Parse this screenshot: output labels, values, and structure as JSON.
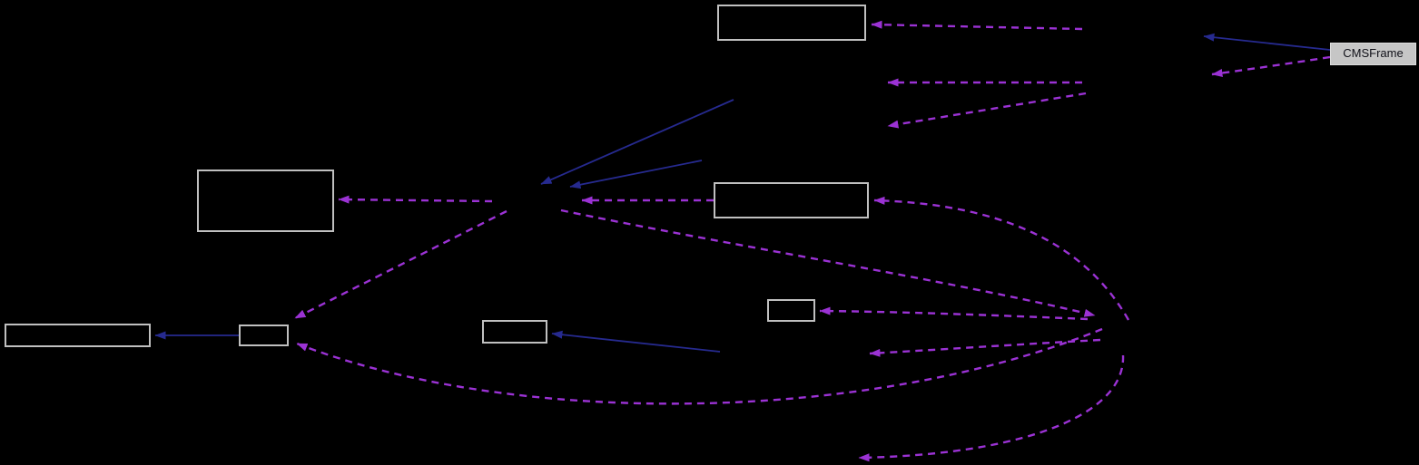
{
  "diagram": {
    "type": "collaboration-graph",
    "background": "#000000",
    "colors": {
      "usage_edge": "#9B32D4",
      "inheritance_edge": "#262A8F",
      "node_border": "#C0C0C0",
      "main_node_fill": "#C6C6C6",
      "main_node_border": "#DDDDDD",
      "main_node_text": "#101018"
    },
    "main_node": {
      "label": "CMSFrame"
    },
    "nodes": [
      {
        "id": "box-top-center",
        "label": ""
      },
      {
        "id": "box-left",
        "label": ""
      },
      {
        "id": "box-center",
        "label": ""
      },
      {
        "id": "box-small-center-right",
        "label": ""
      },
      {
        "id": "box-small-center",
        "label": ""
      },
      {
        "id": "box-small-bottom-left",
        "label": ""
      },
      {
        "id": "box-wide-bottom-left",
        "label": ""
      }
    ],
    "edge_styles": {
      "dashed": "usage",
      "solid": "inheritance"
    }
  }
}
